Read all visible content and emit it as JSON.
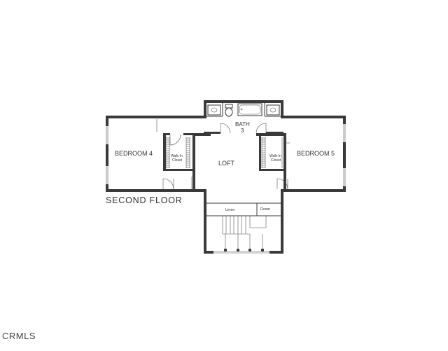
{
  "floor_title": "SECOND FLOOR",
  "rooms": {
    "bedroom_4": "BEDROOM 4",
    "bedroom_5": "BEDROOM 5",
    "loft": "LOFT",
    "bath_line1": "BATH",
    "bath_line2": "3",
    "closet_left_line1": "Walk-In",
    "closet_left_line2": "Closet",
    "closet_right_line1": "Walk-In",
    "closet_right_line2": "Closet",
    "linen": "Linen",
    "down": "Down"
  },
  "watermark": "CRMLS",
  "colors": {
    "wall": "#3a3a3a",
    "background": "#ffffff"
  }
}
